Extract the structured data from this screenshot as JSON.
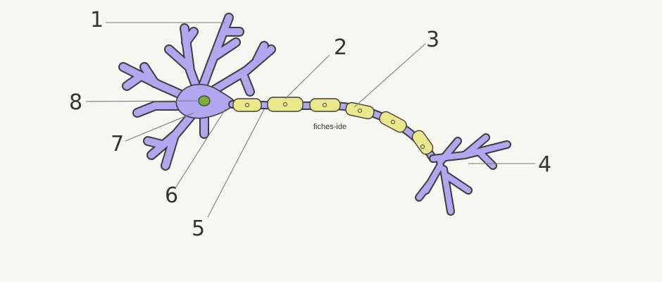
{
  "labels": {
    "n1": "1",
    "n2": "2",
    "n3": "3",
    "n4": "4",
    "n5": "5",
    "n6": "6",
    "n7": "7",
    "n8": "8"
  },
  "watermark": "fiches-ide",
  "colors": {
    "background": "#f7f7f2",
    "neuron": "#b3a6f0",
    "myelin": "#e9e88a",
    "nucleus": "#7fae3a",
    "outline": "#3d3d3d"
  }
}
